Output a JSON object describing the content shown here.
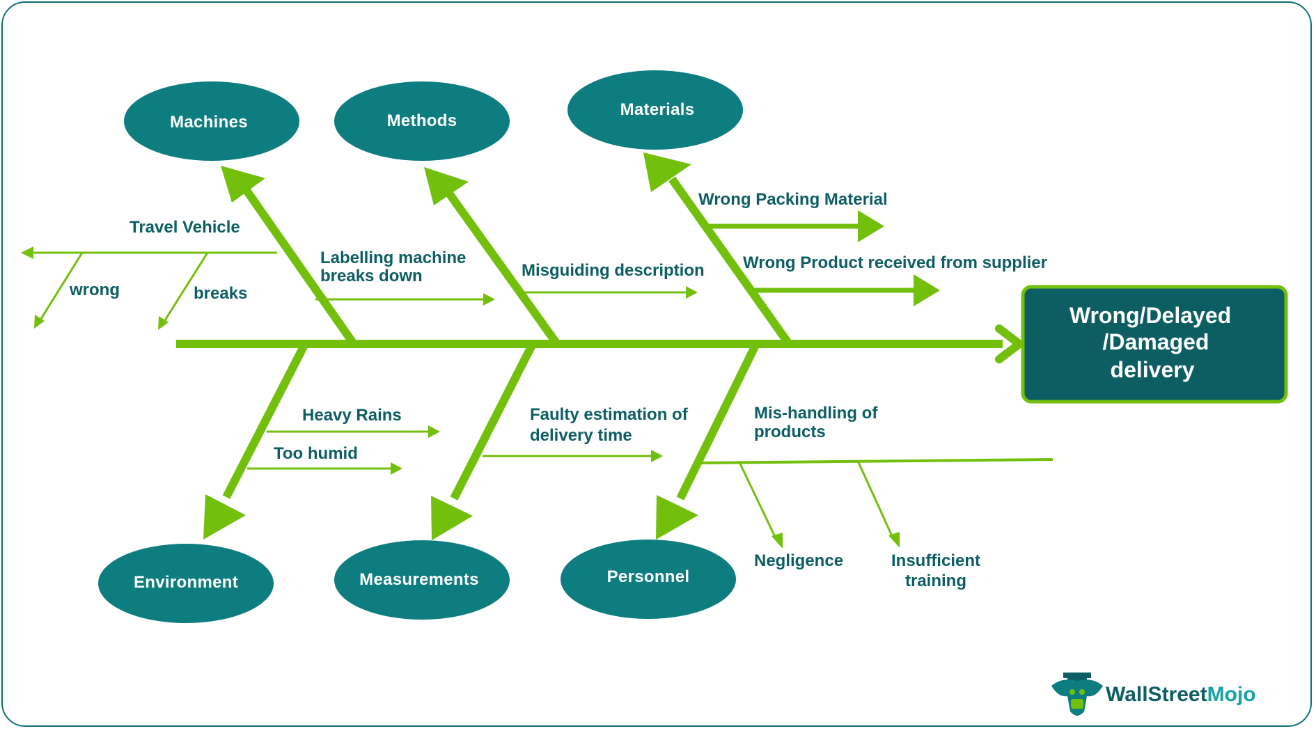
{
  "effect": {
    "line1": "Wrong/Delayed",
    "line2": "/Damaged",
    "line3": "delivery"
  },
  "categories": {
    "machines": "Machines",
    "methods": "Methods",
    "materials": "Materials",
    "environment": "Environment",
    "measurements": "Measurements",
    "personnel": "Personnel"
  },
  "causes": {
    "travel_vehicle": "Travel Vehicle",
    "wrong": "wrong",
    "breaks": "breaks",
    "labelling_l1": "Labelling machine",
    "labelling_l2": "breaks down",
    "misguiding": "Misguiding description",
    "wrong_packing": "Wrong Packing Material",
    "wrong_product": "Wrong Product received from supplier",
    "heavy_rains": "Heavy Rains",
    "too_humid": "Too humid",
    "faulty_l1": "Faulty estimation of",
    "faulty_l2": "delivery time",
    "mishandling_l1": "Mis-handling of",
    "mishandling_l2": "products",
    "negligence": "Negligence",
    "insufficient_l1": "Insufficient",
    "insufficient_l2": "training"
  },
  "brand": {
    "part1": "WallStreet",
    "part2": "Mojo"
  },
  "colors": {
    "teal": "#0e7d80",
    "dark_teal": "#0d5e63",
    "green": "#72bf0c",
    "border": "#0e6e73"
  }
}
